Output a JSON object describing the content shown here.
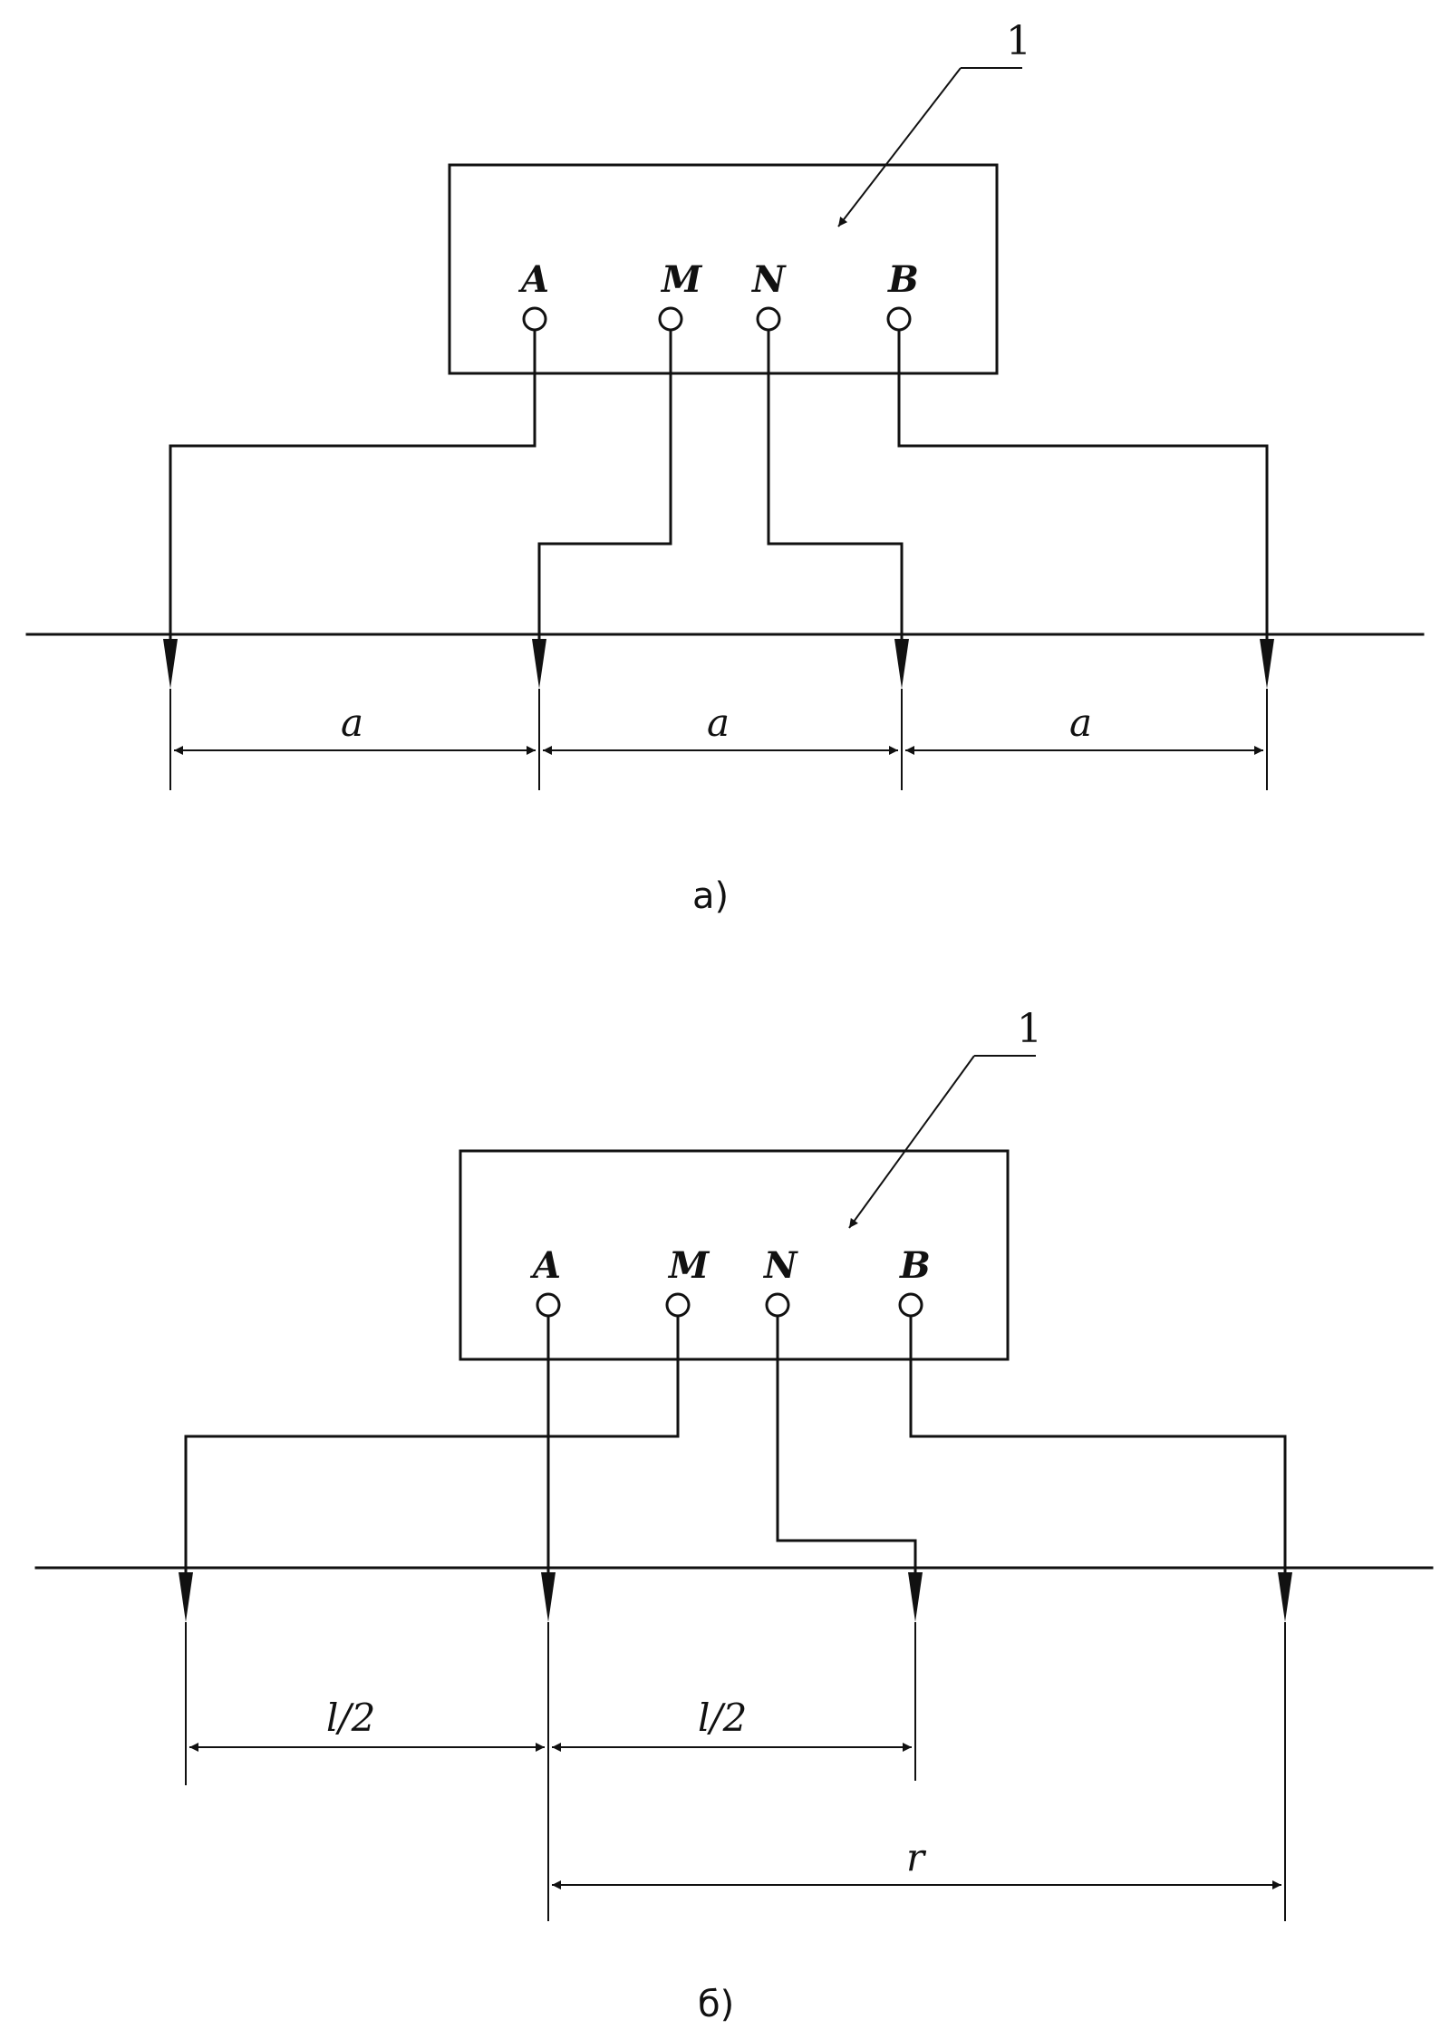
{
  "diagram_a": {
    "ref_number": "1",
    "terminals": {
      "A": "A",
      "M": "M",
      "N": "N",
      "B": "B"
    },
    "spacing_labels": [
      "a",
      "a",
      "a"
    ],
    "caption": "а)"
  },
  "diagram_b": {
    "ref_number": "1",
    "terminals": {
      "A": "A",
      "M": "M",
      "N": "N",
      "B": "B"
    },
    "spacing_labels": [
      "l/2",
      "l/2"
    ],
    "distance_label": "r",
    "caption": "б)"
  },
  "colors": {
    "ink": "#111111",
    "background": "#ffffff"
  }
}
